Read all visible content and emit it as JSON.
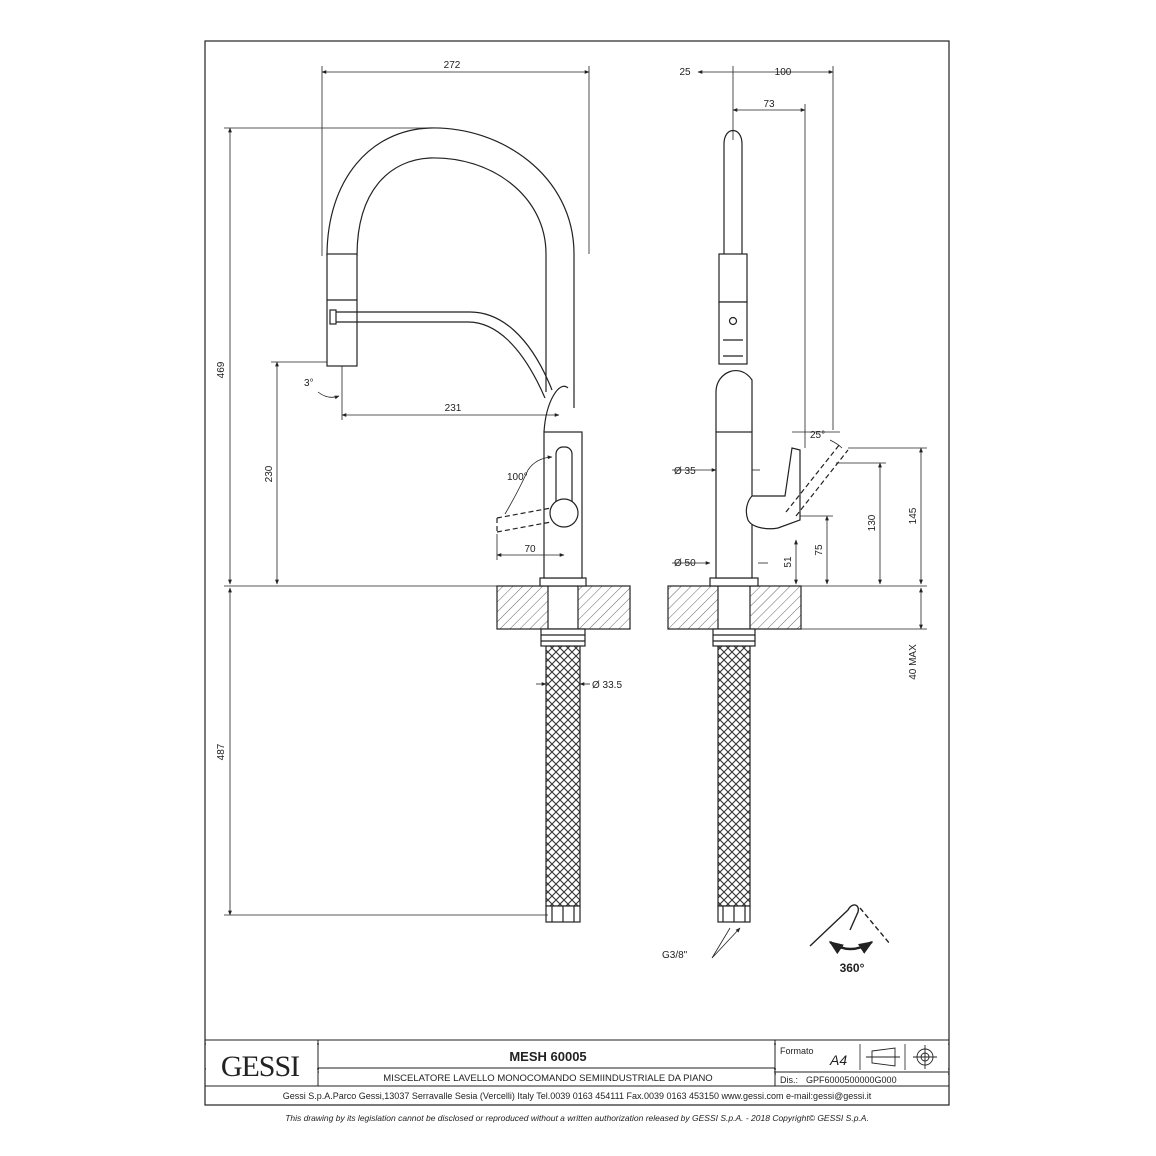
{
  "title_block": {
    "logo_text": "GESSI",
    "model": "MESH 60005",
    "description": "MISCELATORE LAVELLO MONOCOMANDO SEMIINDUSTRIALE DA PIANO",
    "formato_label": "Formato",
    "formato_value": "A4",
    "dis_label": "Dis.:",
    "dis_value": "GPF6000500000G000",
    "address": "Gessi S.p.A.Parco Gessi,13037 Serravalle Sesia (Vercelli) Italy Tel.0039 0163 454111 Fax.0039 0163 453150 www.gessi.com e-mail:gessi@gessi.it",
    "legal": "This drawing by its legislation cannot be disclosed or reproduced without a written authorization released by GESSI S.p.A. - 2018 Copyright© GESSI S.p.A."
  },
  "front_view": {
    "dim_width": "272",
    "dim_height_total": "469",
    "dim_reach": "231",
    "dim_spout_height": "230",
    "dim_tilt": "3°",
    "dim_lever_angle": "100°",
    "dim_lever_reach": "70",
    "dim_hose_dia": "Ø 33.5",
    "dim_hose_length": "487"
  },
  "side_view": {
    "dim_offset": "25",
    "dim_width": "100",
    "dim_inner": "73",
    "dim_lever_angle": "25°",
    "dim_body_dia": "Ø 35",
    "dim_base_dia": "Ø 50",
    "dim_h145": "145",
    "dim_h130": "130",
    "dim_h75": "75",
    "dim_h51": "51",
    "dim_deck_max": "40 MAX",
    "dim_thread": "G3/8\"",
    "rotation_label": "360°"
  }
}
